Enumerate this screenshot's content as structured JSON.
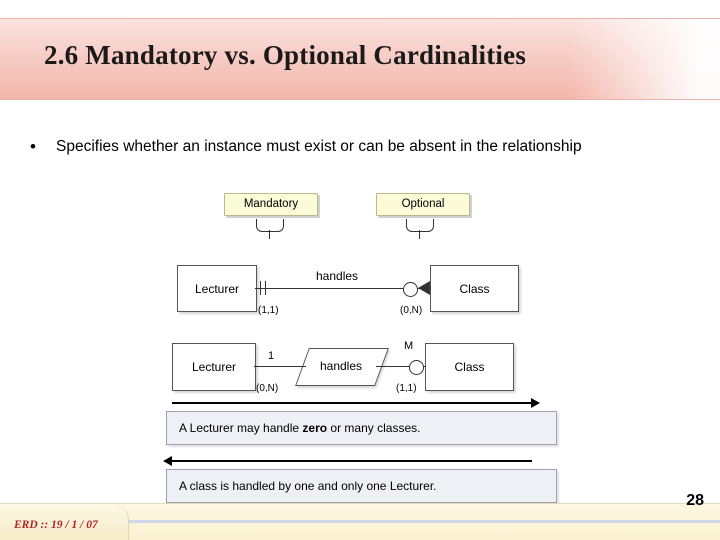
{
  "slide": {
    "title": "2.6 Mandatory vs. Optional Cardinalities",
    "bullet_marker": "•",
    "bullet_text": "Specifies whether an instance must exist or can be absent in the relationship",
    "slide_number": "28",
    "footer_label": "ERD :: 19 / 1 / 07"
  },
  "callouts": {
    "mandatory": "Mandatory",
    "optional": "Optional"
  },
  "diagram_row1": {
    "left_entity": "Lecturer",
    "right_entity": "Class",
    "relationship": "handles",
    "left_cardinality": "(1,1)",
    "right_cardinality": "(0,N)"
  },
  "diagram_row2": {
    "left_entity": "Lecturer",
    "right_entity": "Class",
    "relationship": "handles",
    "left_degree": "1",
    "right_degree": "M",
    "left_cardinality": "(0,N)",
    "right_cardinality": "(1,1)"
  },
  "notes": {
    "note1_prefix": "A Lecturer may handle ",
    "note1_emphasis": "zero",
    "note1_suffix": " or many classes.",
    "note2": "A class is handled by one and only one Lecturer."
  }
}
